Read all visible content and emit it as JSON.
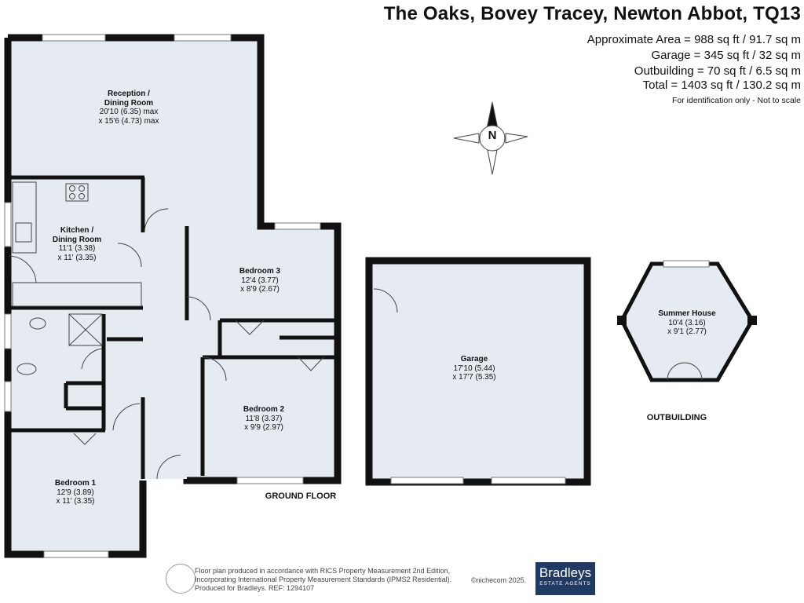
{
  "header": {
    "title": "The Oaks, Bovey Tracey, Newton Abbot, TQ13",
    "approx_area": "Approximate Area = 988 sq ft / 91.7 sq m",
    "garage": "Garage = 345 sq ft / 32 sq m",
    "outbuilding": "Outbuilding = 70 sq ft / 6.5 sq m",
    "total": "Total = 1403 sq ft / 130.2 sq m",
    "note": "For identification only - Not to scale"
  },
  "compass": {
    "letter": "N"
  },
  "rooms": {
    "reception": {
      "name1": "Reception /",
      "name2": "Dining Room",
      "dim1": "20'10 (6.35) max",
      "dim2": "x 15'6 (4.73) max"
    },
    "kitchen": {
      "name1": "Kitchen /",
      "name2": "Dining Room",
      "dim1": "11'1 (3.38)",
      "dim2": "x 11' (3.35)"
    },
    "bedroom3": {
      "name": "Bedroom 3",
      "dim1": "12'4 (3.77)",
      "dim2": "x 8'9 (2.67)"
    },
    "bedroom2": {
      "name": "Bedroom 2",
      "dim1": "11'8 (3.37)",
      "dim2": "x 9'9 (2.97)"
    },
    "bedroom1": {
      "name": "Bedroom 1",
      "dim1": "12'9 (3.89)",
      "dim2": "x 11' (3.35)"
    },
    "garage": {
      "name": "Garage",
      "dim1": "17'10 (5.44)",
      "dim2": "x 17'7 (5.35)"
    },
    "summer_house": {
      "name": "Summer House",
      "dim1": "10'4 (3.16)",
      "dim2": "x 9'1 (2.77)"
    }
  },
  "floor_labels": {
    "ground": "GROUND FLOOR",
    "outbuilding": "OUTBUILDING"
  },
  "footer": {
    "line1": "Floor plan produced in accordance with RICS Property Measurement 2nd Edition,",
    "line2": "Incorporating International Property Measurement Standards (IPMS2 Residential).",
    "line3": "Produced for Bradleys.   REF: 1294107",
    "copyright": "©nichecom 2025.",
    "logo_name": "Bradleys",
    "logo_sub": "ESTATE AGENTS"
  },
  "colors": {
    "floor_fill": "#e6ebf1",
    "wall": "#111111",
    "logo_bg": "#1f3a63"
  }
}
